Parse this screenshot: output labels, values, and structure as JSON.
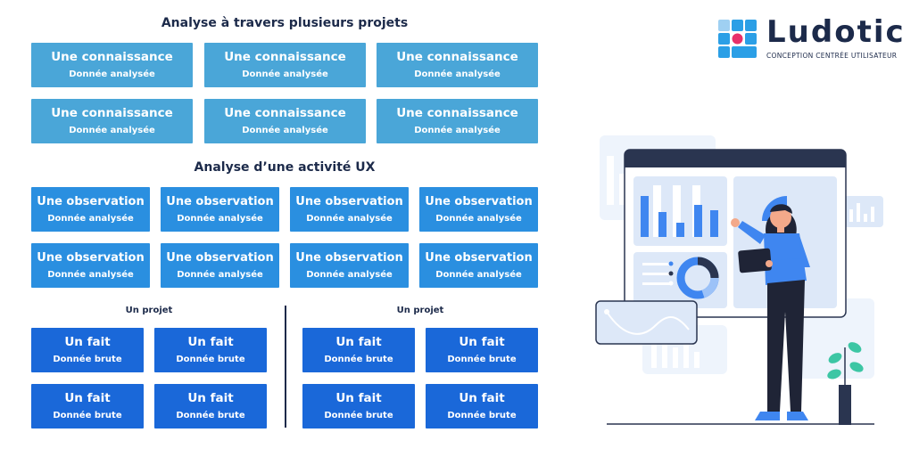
{
  "logo": {
    "name": "Ludotic",
    "tagline": "CONCEPTION CENTRÉE UTILISATEUR",
    "colors": [
      "#2b9fe6",
      "#e8306a",
      "#1c2a4a"
    ]
  },
  "section_projects": {
    "title": "Analyse à travers plusieurs projets",
    "boxes": [
      {
        "title": "Une connaissance",
        "subtitle": "Donnée analysée"
      },
      {
        "title": "Une connaissance",
        "subtitle": "Donnée analysée"
      },
      {
        "title": "Une connaissance",
        "subtitle": "Donnée analysée"
      },
      {
        "title": "Une connaissance",
        "subtitle": "Donnée analysée"
      },
      {
        "title": "Une connaissance",
        "subtitle": "Donnée analysée"
      },
      {
        "title": "Une connaissance",
        "subtitle": "Donnée analysée"
      }
    ]
  },
  "section_activity": {
    "title": "Analyse d’une activité UX",
    "boxes": [
      {
        "title": "Une observation",
        "subtitle": "Donnée analysée"
      },
      {
        "title": "Une observation",
        "subtitle": "Donnée analysée"
      },
      {
        "title": "Une observation",
        "subtitle": "Donnée analysée"
      },
      {
        "title": "Une observation",
        "subtitle": "Donnée analysée"
      },
      {
        "title": "Une observation",
        "subtitle": "Donnée analysée"
      },
      {
        "title": "Une observation",
        "subtitle": "Donnée analysée"
      },
      {
        "title": "Une observation",
        "subtitle": "Donnée analysée"
      },
      {
        "title": "Une observation",
        "subtitle": "Donnée analysée"
      }
    ]
  },
  "projects": [
    {
      "title": "Un projet",
      "boxes": [
        {
          "title": "Un fait",
          "subtitle": "Donnée brute"
        },
        {
          "title": "Un fait",
          "subtitle": "Donnée brute"
        },
        {
          "title": "Un fait",
          "subtitle": "Donnée brute"
        },
        {
          "title": "Un fait",
          "subtitle": "Donnée brute"
        }
      ]
    },
    {
      "title": "Un projet",
      "boxes": [
        {
          "title": "Un fait",
          "subtitle": "Donnée brute"
        },
        {
          "title": "Un fait",
          "subtitle": "Donnée brute"
        },
        {
          "title": "Un fait",
          "subtitle": "Donnée brute"
        },
        {
          "title": "Un fait",
          "subtitle": "Donnée brute"
        }
      ]
    }
  ],
  "colors": {
    "knowledge": "#4aa6d8",
    "observation": "#2a8fe0",
    "fact": "#1a68d9",
    "text_dark": "#1c2a4a"
  },
  "illustration": {
    "icon": "analytics-dashboard-woman-illustration"
  }
}
